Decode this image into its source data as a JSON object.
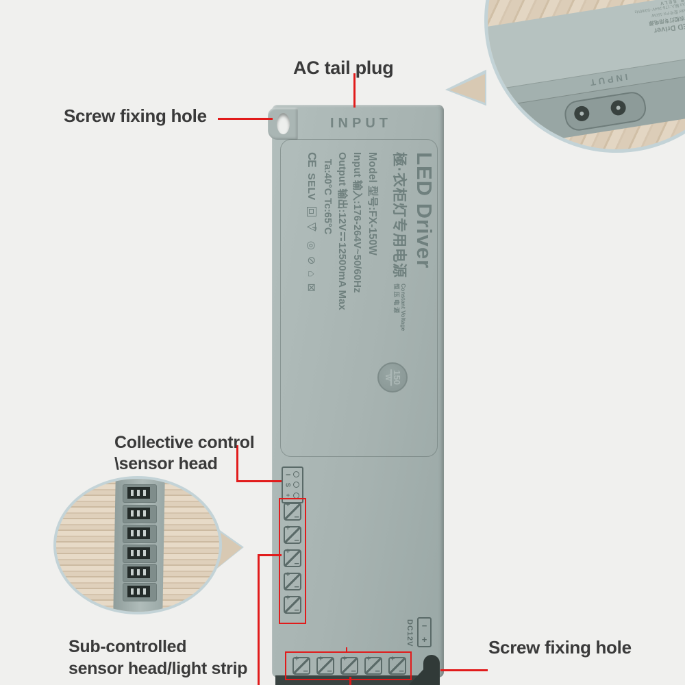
{
  "annotations": {
    "ac_tail_plug": "AC tail plug",
    "screw_fixing_hole_top": "Screw fixing hole",
    "collective_line1": "Collective control",
    "collective_line2": "\\sensor head",
    "sub_line1": "Sub-controlled",
    "sub_line2": "sensor head/light strip",
    "screw_fixing_hole_bottom": "Screw fixing hole"
  },
  "device": {
    "input_label": "INPUT",
    "print": {
      "title": "LED Driver",
      "subtitle_cn": "極·衣柜灯专用电源",
      "cv_en": "Constant Voltage",
      "cv_cn": "恒压电源",
      "model_line": "Model 型号:FX-150W",
      "input_line": "Input 输入:176-264V~50/60Hz",
      "output_prefix": "Output 输出:12V",
      "output_suffix": "12500mA Max",
      "temp_line": "Ta:40°C  Tc:65°C",
      "ce": "CE",
      "selv": "SELV",
      "icons": {
        "triangle": "▽",
        "fuse_f": "F",
        "cert1": "◎",
        "cert2": "⊘",
        "indoor": "⌂",
        "weee": "⊠"
      }
    },
    "badge": {
      "power": "150",
      "unit": "W"
    },
    "dc": {
      "label": "DC12V",
      "minus": "−",
      "plus": "+"
    },
    "sensor_pins": [
      "I",
      "S",
      "+"
    ],
    "port": {
      "plus": "+",
      "minus": "−"
    }
  },
  "colors": {
    "annotation_red": "#e11b1b",
    "device_gray": "#a7b3b1",
    "print_gray": "#6f807e",
    "label_text": "#3a3a3a",
    "wood": "#d8c9b3",
    "inset_border": "#c3d3d7",
    "background": "#f0f0ee"
  }
}
